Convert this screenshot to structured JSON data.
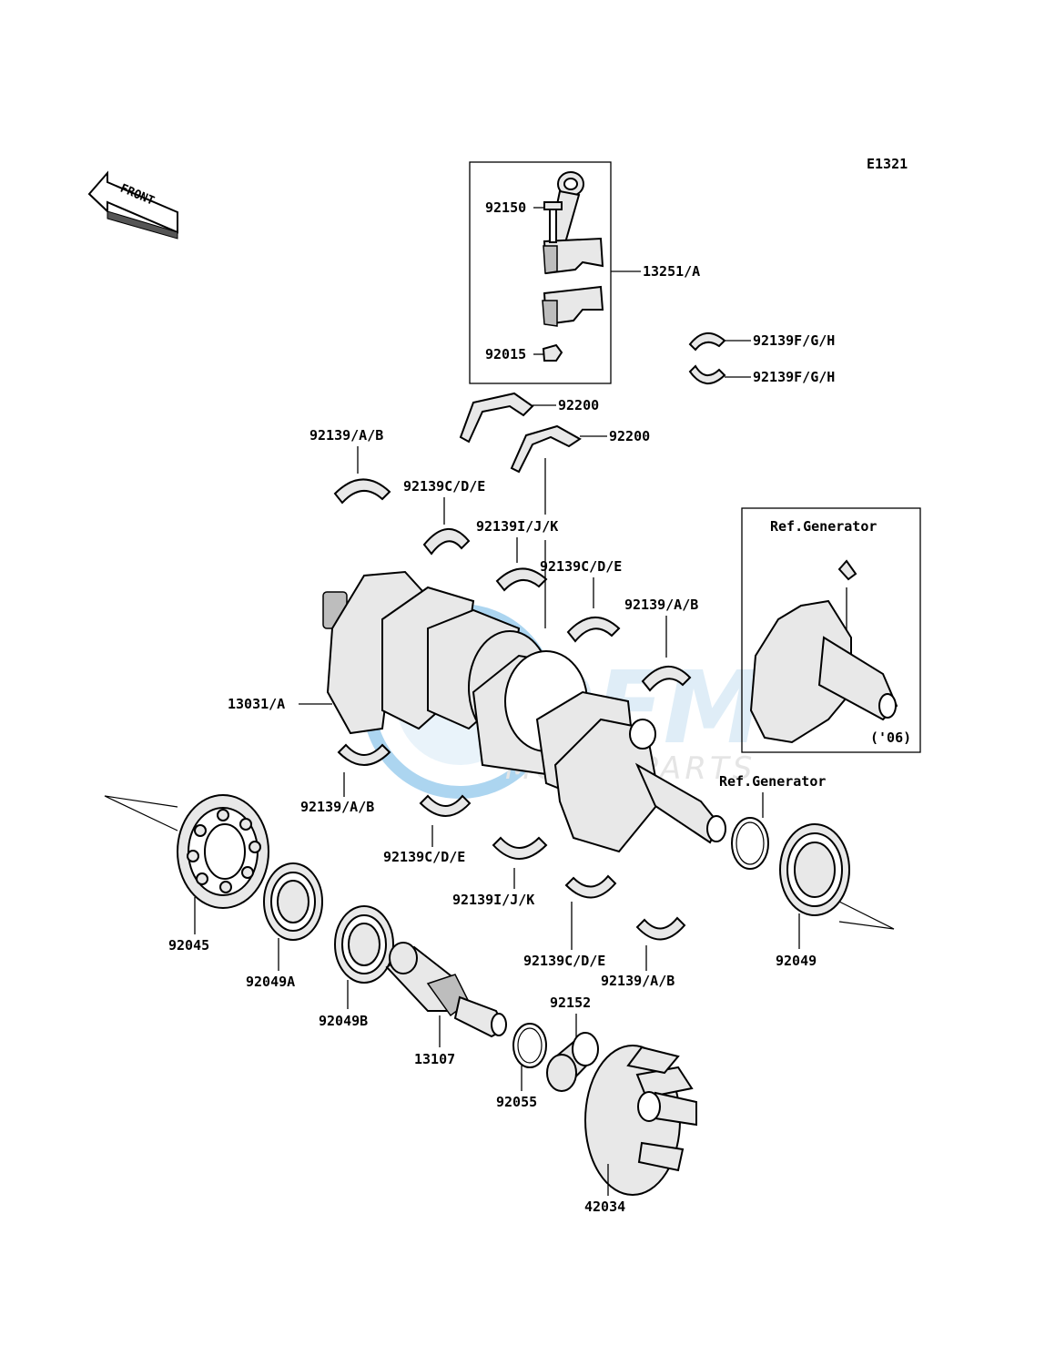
{
  "diagram_code": "E1321",
  "front_arrow": {
    "label": "FRONT",
    "icon": "front-arrow-icon"
  },
  "watermark": {
    "brand": "OEM",
    "subtitle": "MOTORPARTS",
    "color": "#4aa3df"
  },
  "inset": {
    "ref_label": "Ref.Generator",
    "year_label": "('06)"
  },
  "parts": {
    "p92150": "92150",
    "p13251A": "13251/A",
    "p92015": "92015",
    "p92139FGH_1": "92139F/G/H",
    "p92139FGH_2": "92139F/G/H",
    "p92200_1": "92200",
    "p92200_2": "92200",
    "p92139AB_top": "92139/A/B",
    "p92139CDE_top": "92139C/D/E",
    "p92139IJK_top": "92139I/J/K",
    "p92139CDE_mid": "92139C/D/E",
    "p92139AB_mid": "92139/A/B",
    "p13031A": "13031/A",
    "p92139AB_low": "92139/A/B",
    "p92139CDE_low": "92139C/D/E",
    "p92139IJK_low": "92139I/J/K",
    "p92139CDE_low2": "92139C/D/E",
    "p92139AB_low2": "92139/A/B",
    "ref_generator": "Ref.Generator",
    "p92045": "92045",
    "p92049A": "92049A",
    "p92049B": "92049B",
    "p13107": "13107",
    "p92152": "92152",
    "p92055": "92055",
    "p92049": "92049",
    "p42034": "42034"
  }
}
